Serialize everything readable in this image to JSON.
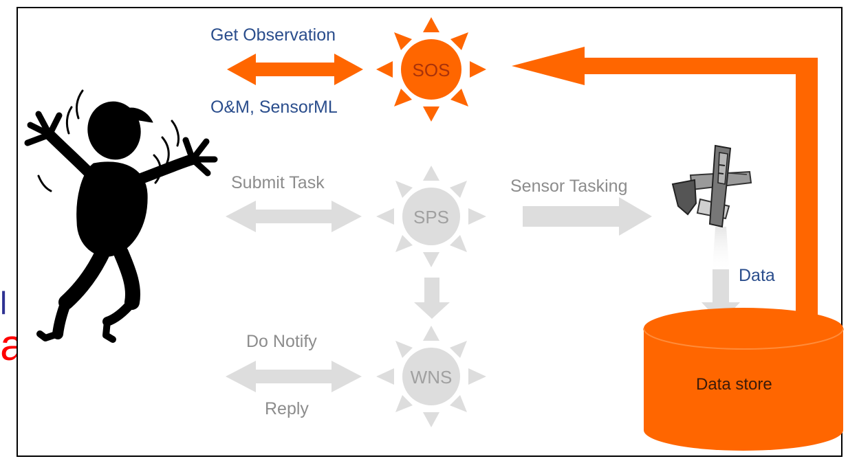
{
  "sos": {
    "label": "SOS",
    "request_label": "Get Observation",
    "response_label": "O&M, SensorML",
    "color": "#ff6600"
  },
  "sps": {
    "label": "SPS",
    "request_label": "Submit Task",
    "tasking_label": "Sensor Tasking",
    "color": "#dddddd"
  },
  "wns": {
    "label": "WNS",
    "request_label": "Do Notify",
    "response_label": "Reply",
    "color": "#dddddd"
  },
  "data_flow": {
    "label": "Data"
  },
  "data_store": {
    "label": "Data store",
    "color": "#ff6600"
  },
  "clipped_text": {
    "blue_fragment": "l",
    "red_fragment": "ata"
  },
  "icons": [
    "user-figure-icon",
    "sensor-aircraft-icon"
  ]
}
